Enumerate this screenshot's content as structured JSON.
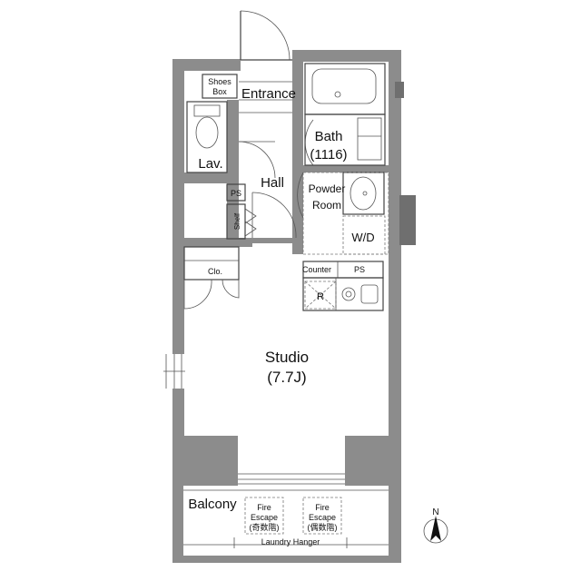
{
  "rooms": {
    "shoes_box_line1": "Shoes",
    "shoes_box_line2": "Box",
    "entrance": "Entrance",
    "bath": "Bath",
    "bath_size": "(1116)",
    "lav": "Lav.",
    "hall": "Hall",
    "ps_top": "PS",
    "shelf": "Shelf",
    "powder_room_line1": "Powder",
    "powder_room_line2": "Room",
    "wd": "W/D",
    "clo": "Clo.",
    "counter": "Counter",
    "ps_kitchen": "PS",
    "refrigerator": "R",
    "studio": "Studio",
    "studio_size": "(7.7J)",
    "balcony": "Balcony",
    "fire_escape_1_line1": "Fire",
    "fire_escape_1_line2": "Escape",
    "fire_escape_1_line3": "(奇数階)",
    "fire_escape_2_line1": "Fire",
    "fire_escape_2_line2": "Escape",
    "fire_escape_2_line3": "(偶数階)",
    "laundry_hanger": "Laundry Hanger"
  },
  "compass": {
    "label": "N"
  }
}
